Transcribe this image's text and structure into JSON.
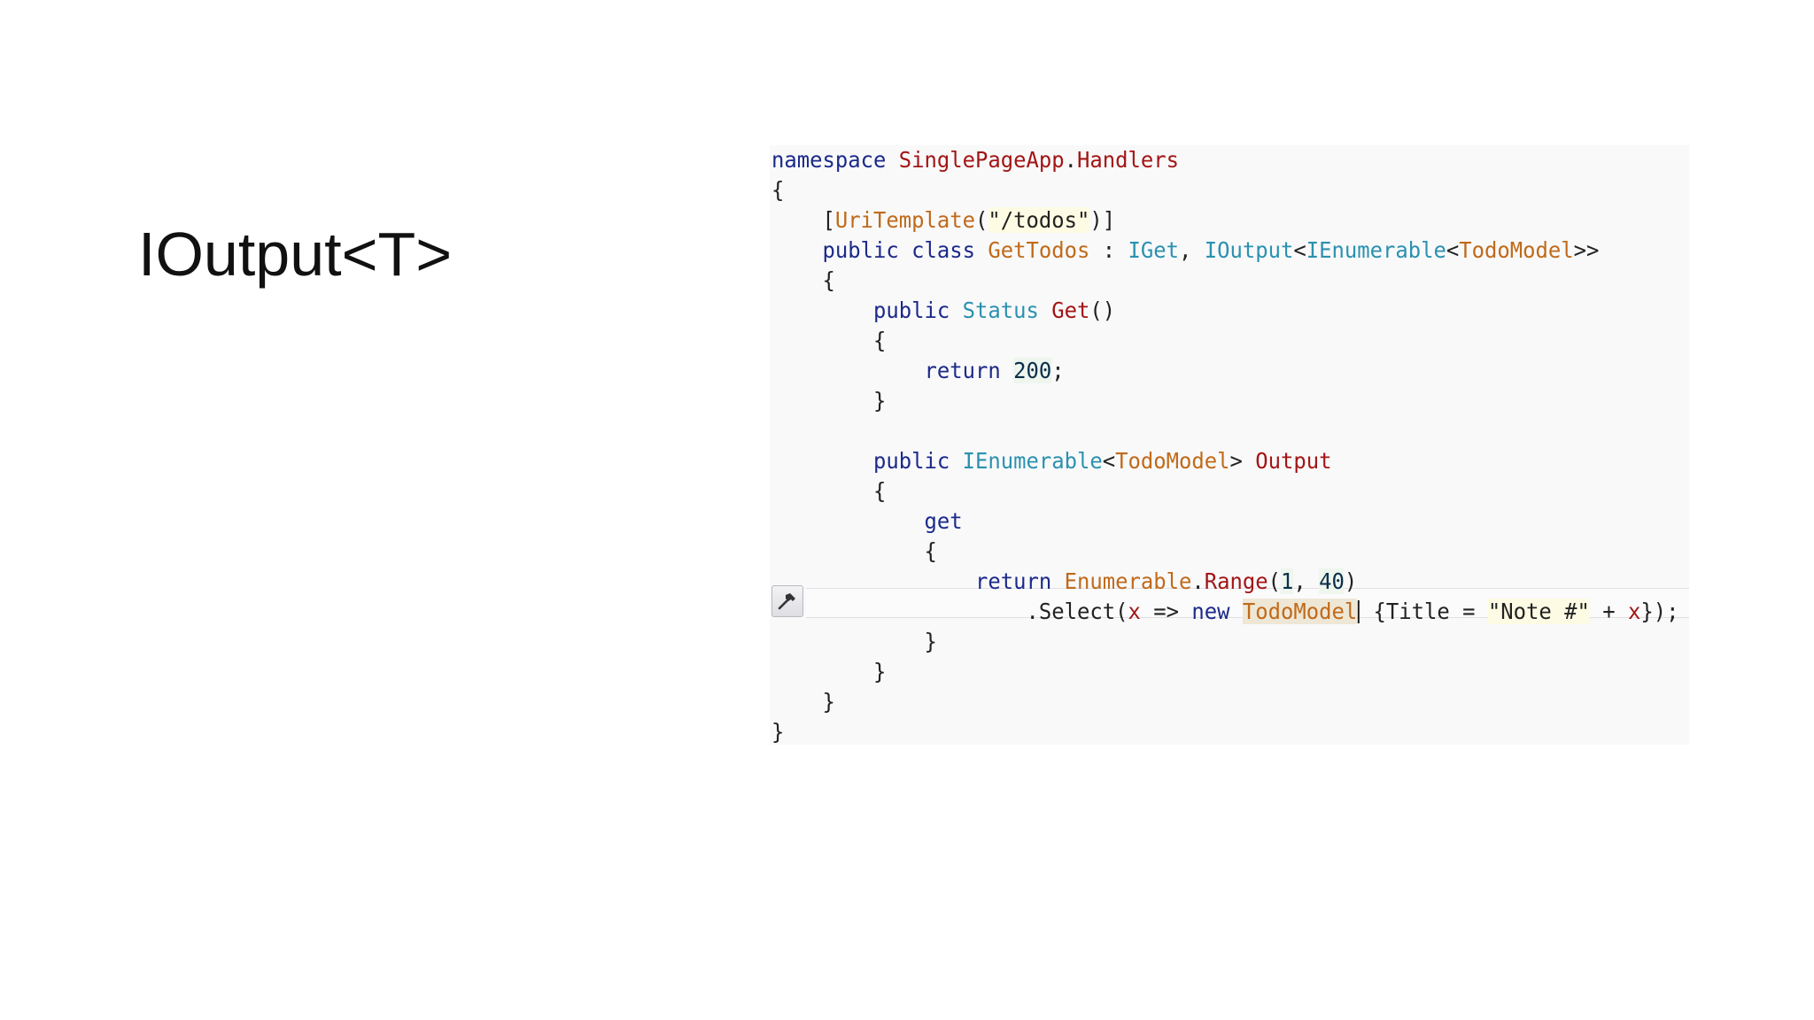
{
  "slide": {
    "title": "IOutput<T>"
  },
  "code": {
    "lines": [
      [
        "namespace",
        " ",
        "SinglePageApp",
        ".",
        "Handlers"
      ],
      [
        "{"
      ],
      [
        "    ",
        "[",
        "UriTemplate",
        "(",
        "\"/todos\"",
        ")]"
      ],
      [
        "    ",
        "public",
        " ",
        "class",
        " ",
        "GetTodos",
        " : ",
        "IGet",
        ", ",
        "IOutput",
        "<",
        "IEnumerable",
        "<",
        "TodoModel",
        ">>"
      ],
      [
        "    {"
      ],
      [
        "        ",
        "public",
        " ",
        "Status",
        " ",
        "Get",
        "()"
      ],
      [
        "        {"
      ],
      [
        "            ",
        "return",
        " ",
        "200",
        ";"
      ],
      [
        "        }"
      ],
      [
        ""
      ],
      [
        "        ",
        "public",
        " ",
        "IEnumerable",
        "<",
        "TodoModel",
        "> ",
        "Output"
      ],
      [
        "        {"
      ],
      [
        "            ",
        "get"
      ],
      [
        "            {"
      ],
      [
        "                ",
        "return",
        " ",
        "Enumerable",
        ".",
        "Range",
        "(",
        "1",
        ", ",
        "40",
        ")"
      ],
      [
        "                    ",
        ".Select(",
        "x",
        " => ",
        "new",
        " ",
        "TodoModel",
        "",
        " {Title = ",
        "\"Note #\"",
        " + ",
        "x",
        "});"
      ],
      [
        "            }"
      ],
      [
        "        }"
      ],
      [
        "    }"
      ],
      [
        "}"
      ]
    ]
  },
  "editor": {
    "smart_tag_icon": "hammer-icon"
  }
}
